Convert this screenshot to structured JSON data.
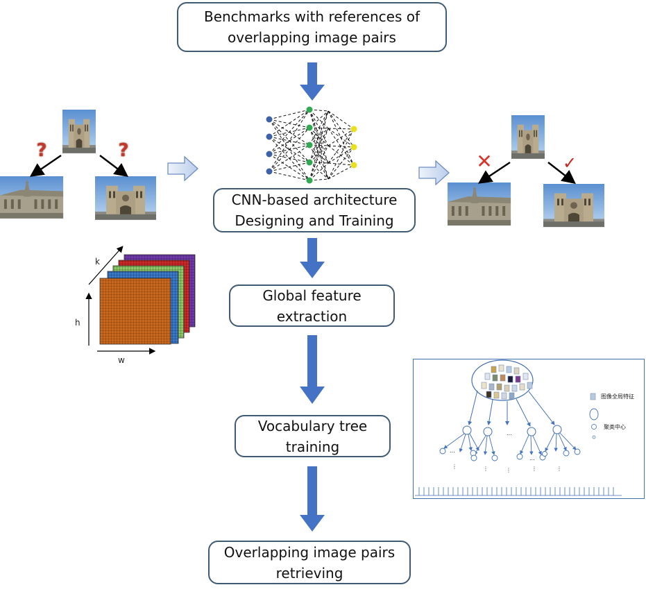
{
  "steps": {
    "benchmarks": [
      "Benchmarks with references of",
      "overlapping image pairs"
    ],
    "cnn": [
      "CNN-based architecture",
      "Designing and Training"
    ],
    "global": [
      "Global feature",
      "extraction"
    ],
    "vocab": [
      "Vocabulary tree",
      "training"
    ],
    "retrieve": [
      "Overlapping image pairs",
      "retrieving"
    ]
  },
  "query_marks": {
    "left": "?",
    "right": "?"
  },
  "result_marks": {
    "reject": "✕",
    "accept": "✓"
  },
  "tensor_axes": {
    "k": "k",
    "h": "h",
    "w": "w"
  },
  "tree_legend": {
    "feature": "图像全局特征",
    "center": "聚类中心"
  },
  "tree_ellipsis": {
    "dots": "...",
    "vdots": "⋮"
  },
  "colors": {
    "arrow_blue": "#4472c4",
    "box_border": "#3e5a74",
    "question_red": "#c0392b",
    "check_red": "#d0201a"
  }
}
